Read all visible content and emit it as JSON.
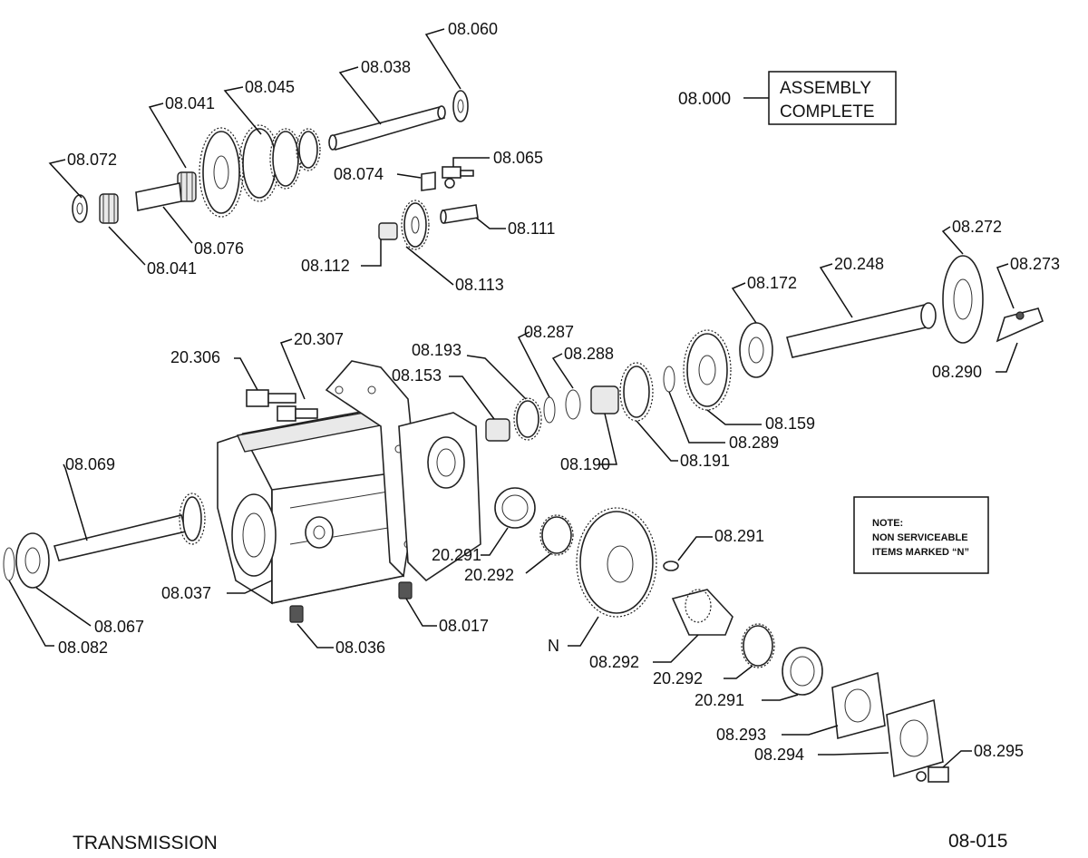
{
  "assembly": {
    "part_no": "08.000",
    "label_line1": "ASSEMBLY",
    "label_line2": "COMPLETE"
  },
  "note": {
    "line1": "NOTE:",
    "line2": "NON SERVICEABLE",
    "line3": "ITEMS MARKED “N”"
  },
  "footer": {
    "title": "TRANSMISSION",
    "page_code": "08-015"
  },
  "callouts": {
    "c08060": "08.060",
    "c08038": "08.038",
    "c08045": "08.045",
    "c08041a": "08.041",
    "c08072": "08.072",
    "c08076": "08.076",
    "c08041b": "08.041",
    "c08074": "08.074",
    "c08065": "08.065",
    "c08111": "08.111",
    "c08112": "08.112",
    "c08113": "08.113",
    "c08272": "08.272",
    "c20248": "20.248",
    "c08273": "08.273",
    "c08172": "08.172",
    "c08290": "08.290",
    "c08287": "08.287",
    "c08288": "08.288",
    "c08193": "08.193",
    "c08153": "08.153",
    "c20306": "20.306",
    "c20307": "20.307",
    "c08159": "08.159",
    "c08289": "08.289",
    "c08190": "08.190",
    "c08191": "08.191",
    "c08069": "08.069",
    "c20291a": "20.291",
    "c20292a": "20.292",
    "c08291": "08.291",
    "c08037": "08.037",
    "c08067": "08.067",
    "c08082": "08.082",
    "c08036": "08.036",
    "c08017": "08.017",
    "cN": "N",
    "c08292": "08.292",
    "c20292b": "20.292",
    "c20291b": "20.291",
    "c08293": "08.293",
    "c08294": "08.294",
    "c08295": "08.295"
  }
}
